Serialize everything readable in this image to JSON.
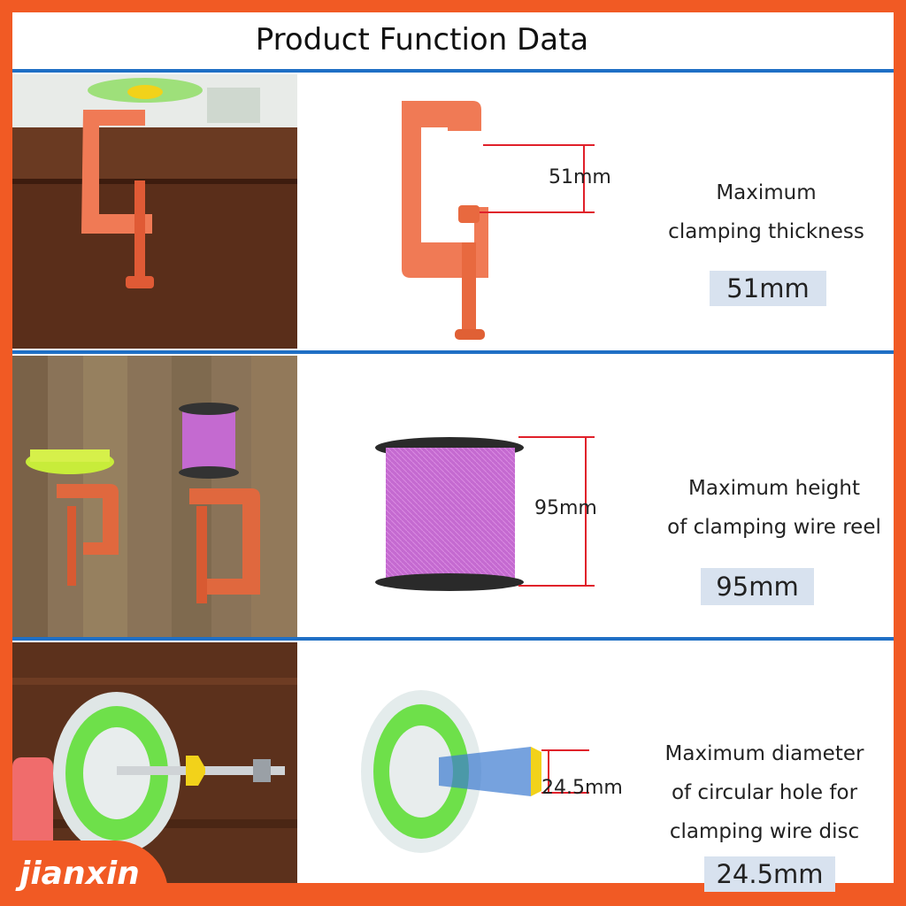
{
  "header": {
    "title": "Product Function Data"
  },
  "rows": [
    {
      "dimension_label": "51mm",
      "description_line1": "Maximum",
      "description_line2": "clamping thickness",
      "value": "51mm"
    },
    {
      "dimension_label": "95mm",
      "description_line1": "Maximum height",
      "description_line2": "of clamping wire reel",
      "value": "95mm"
    },
    {
      "dimension_label": "24.5mm",
      "description_line1": "Maximum diameter",
      "description_line2": "of circular hole for",
      "description_line3": "clamping wire disc",
      "value": "24.5mm"
    }
  ],
  "brand": {
    "name": "jianxin"
  },
  "colors": {
    "border": "#f15a24",
    "divider": "#1f6fc5",
    "badge": "#d8e2ef",
    "dimension_line": "#e0202a",
    "clamp": "#f07a55",
    "reel": "#c46ad0"
  }
}
